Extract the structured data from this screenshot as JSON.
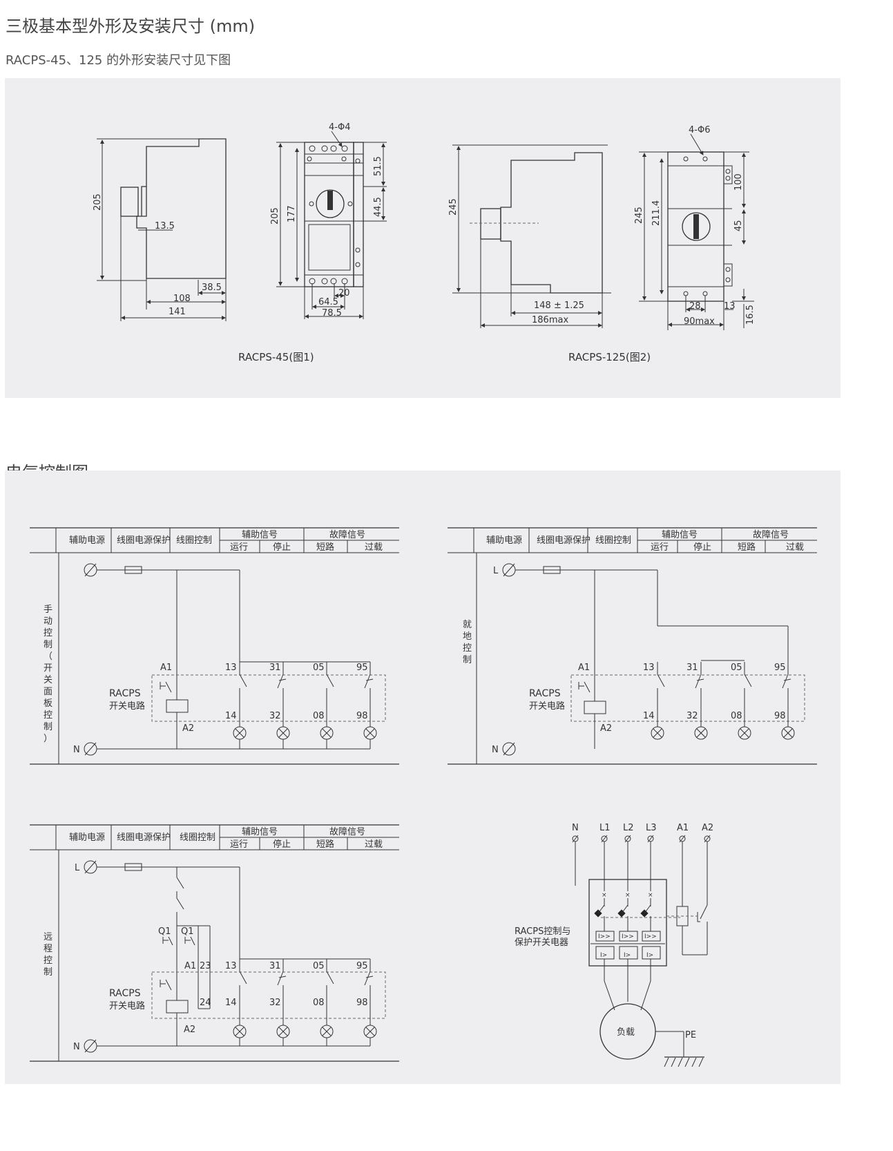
{
  "header": {
    "title": "三极基本型外形及安装尺寸 (mm)",
    "subtitle": "RACPS-45、125 的外形安装尺寸见下图"
  },
  "section2": {
    "title": "电气控制图"
  },
  "fig1": {
    "caption": "RACPS-45(图1)",
    "holes": "4-Φ4",
    "side": {
      "height": "205",
      "depth_knob": "13.5",
      "d38": "38.5",
      "d108": "108",
      "d141": "141"
    },
    "front": {
      "h205": "205",
      "h177": "177",
      "h515": "51.5",
      "h445": "44.5",
      "w20": "20",
      "w645": "64.5",
      "w785": "78.5"
    }
  },
  "fig2": {
    "caption": "RACPS-125(图2)",
    "holes": "4-Φ6",
    "side": {
      "height": "245",
      "d148": "148 ± 1.25",
      "d186": "186max"
    },
    "front": {
      "h245": "245",
      "h2114": "211.4",
      "h100": "100",
      "h45": "45",
      "w28": "28",
      "w13": "13",
      "w90": "90max",
      "h165": "16.5"
    }
  },
  "table_header": {
    "aux_power": "辅助电源",
    "coil_protect": "线圈电源保护",
    "coil_control": "线圈控制",
    "aux_signal": "辅助信号",
    "run": "运行",
    "stop": "停止",
    "fault_signal": "故障信号",
    "short": "短路",
    "overload": "过载"
  },
  "circuits": {
    "manual_label": [
      "手",
      "动",
      "控",
      "制",
      "（",
      "开",
      "关",
      "面",
      "板",
      "控",
      "制",
      "）"
    ],
    "local_label": [
      "就",
      "地",
      "控",
      "制"
    ],
    "remote_label": [
      "远",
      "程",
      "控",
      "制"
    ],
    "device_name": "RACPS",
    "device_sub": "开关电路",
    "L": "L",
    "N": "N",
    "Q1": "Q1",
    "terminals": {
      "a1": "A1",
      "a2": "A2",
      "t13": "13",
      "t14": "14",
      "t31": "31",
      "t32": "32",
      "t05": "05",
      "t08": "08",
      "t95": "95",
      "t98": "98",
      "t23": "23",
      "t24": "24"
    }
  },
  "main_circuit": {
    "labels": {
      "n": "N",
      "l1": "L1",
      "l2": "L2",
      "l3": "L3",
      "a1": "A1",
      "a2": "A2"
    },
    "device_line1": "RACPS控制与",
    "device_line2": "保护开关电器",
    "load": "负载",
    "pe": "PE",
    "trip_i": "I>>",
    "trip_o": "I>"
  }
}
